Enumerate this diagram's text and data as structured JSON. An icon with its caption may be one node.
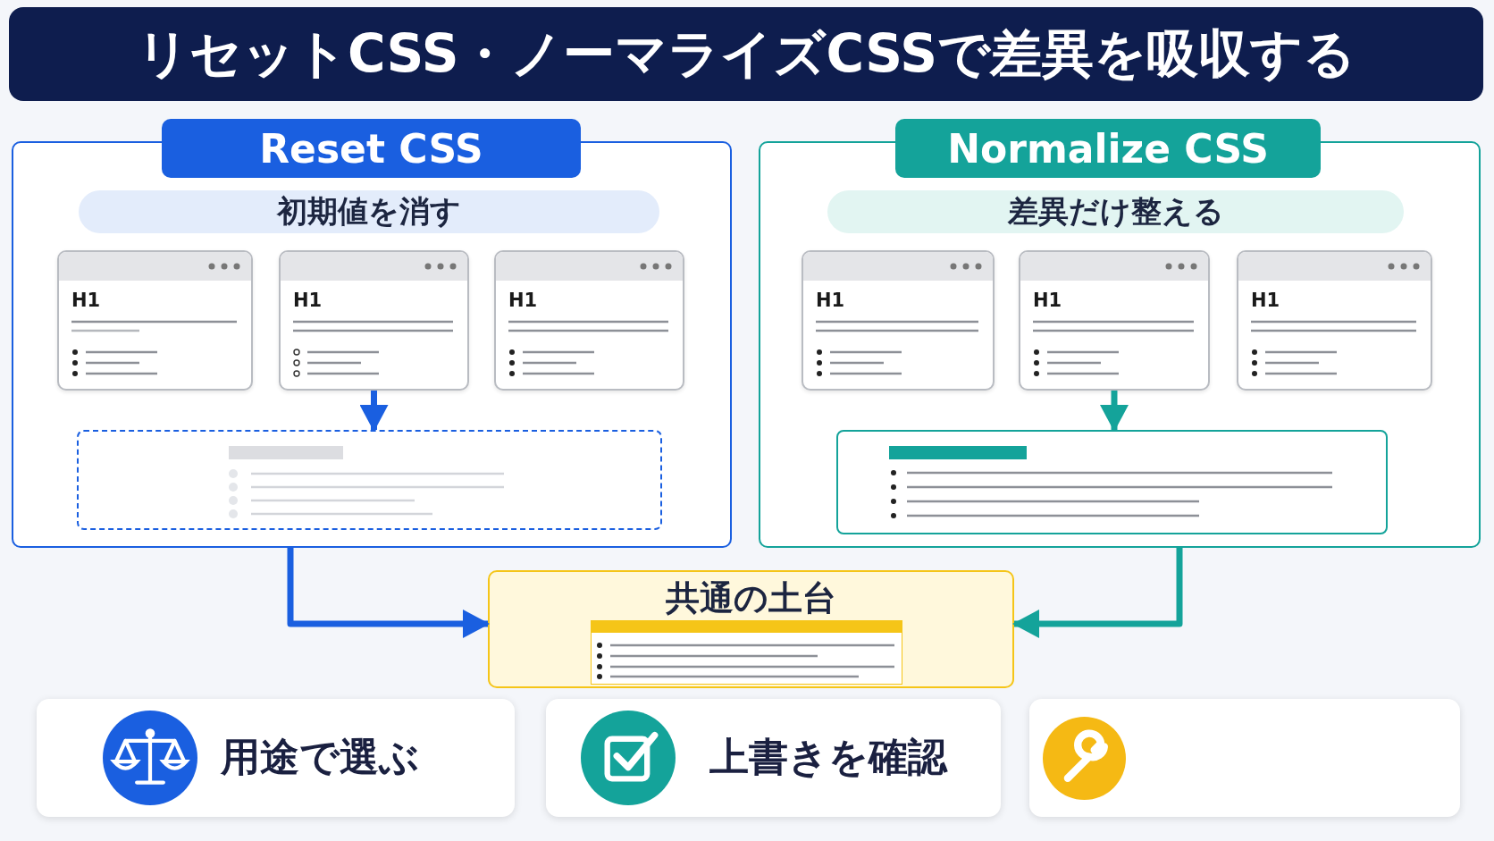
{
  "diagram": {
    "title": "リセットCSS・ノーマライズCSSで差異を吸収する",
    "nodes": [
      {
        "text": [
          "Reset CSS"
        ]
      },
      {
        "text": [
          "初期値を消す"
        ],
        "in": 0
      },
      {
        "text": [
          "H1"
        ],
        "in": 0
      },
      {
        "text": [
          "H1"
        ],
        "in": 0
      },
      {
        "text": [
          "H1"
        ],
        "in": 0
      },
      {
        "text": [],
        "shape": "box",
        "in": 0
      },
      {
        "text": [
          "Normalize CSS"
        ]
      },
      {
        "text": [
          "差異だけ整える"
        ],
        "in": 6
      },
      {
        "text": [
          "H1"
        ],
        "in": 6
      },
      {
        "text": [
          "H1"
        ],
        "in": 6
      },
      {
        "text": [
          "H1"
        ],
        "in": 6
      },
      {
        "text": [],
        "shape": "box",
        "in": 6
      },
      {
        "text": [
          "共通の土台"
        ]
      },
      {
        "text": [
          "用途で選ぶ"
        ]
      },
      {
        "text": [
          "上書きを確認"
        ]
      },
      {
        "text": [],
        "shape": "box"
      }
    ],
    "edges": [
      {
        "from": 3,
        "to": 5,
        "arrow": "to",
        "color": "#1a5fe0"
      },
      {
        "from": 9,
        "to": 11,
        "arrow": "to",
        "color": "#14a39a"
      },
      {
        "from": 0,
        "to": 12,
        "arrow": "to",
        "color": "#1a5fe0"
      },
      {
        "from": 6,
        "to": 12,
        "arrow": "to",
        "color": "#14a39a"
      }
    ]
  }
}
